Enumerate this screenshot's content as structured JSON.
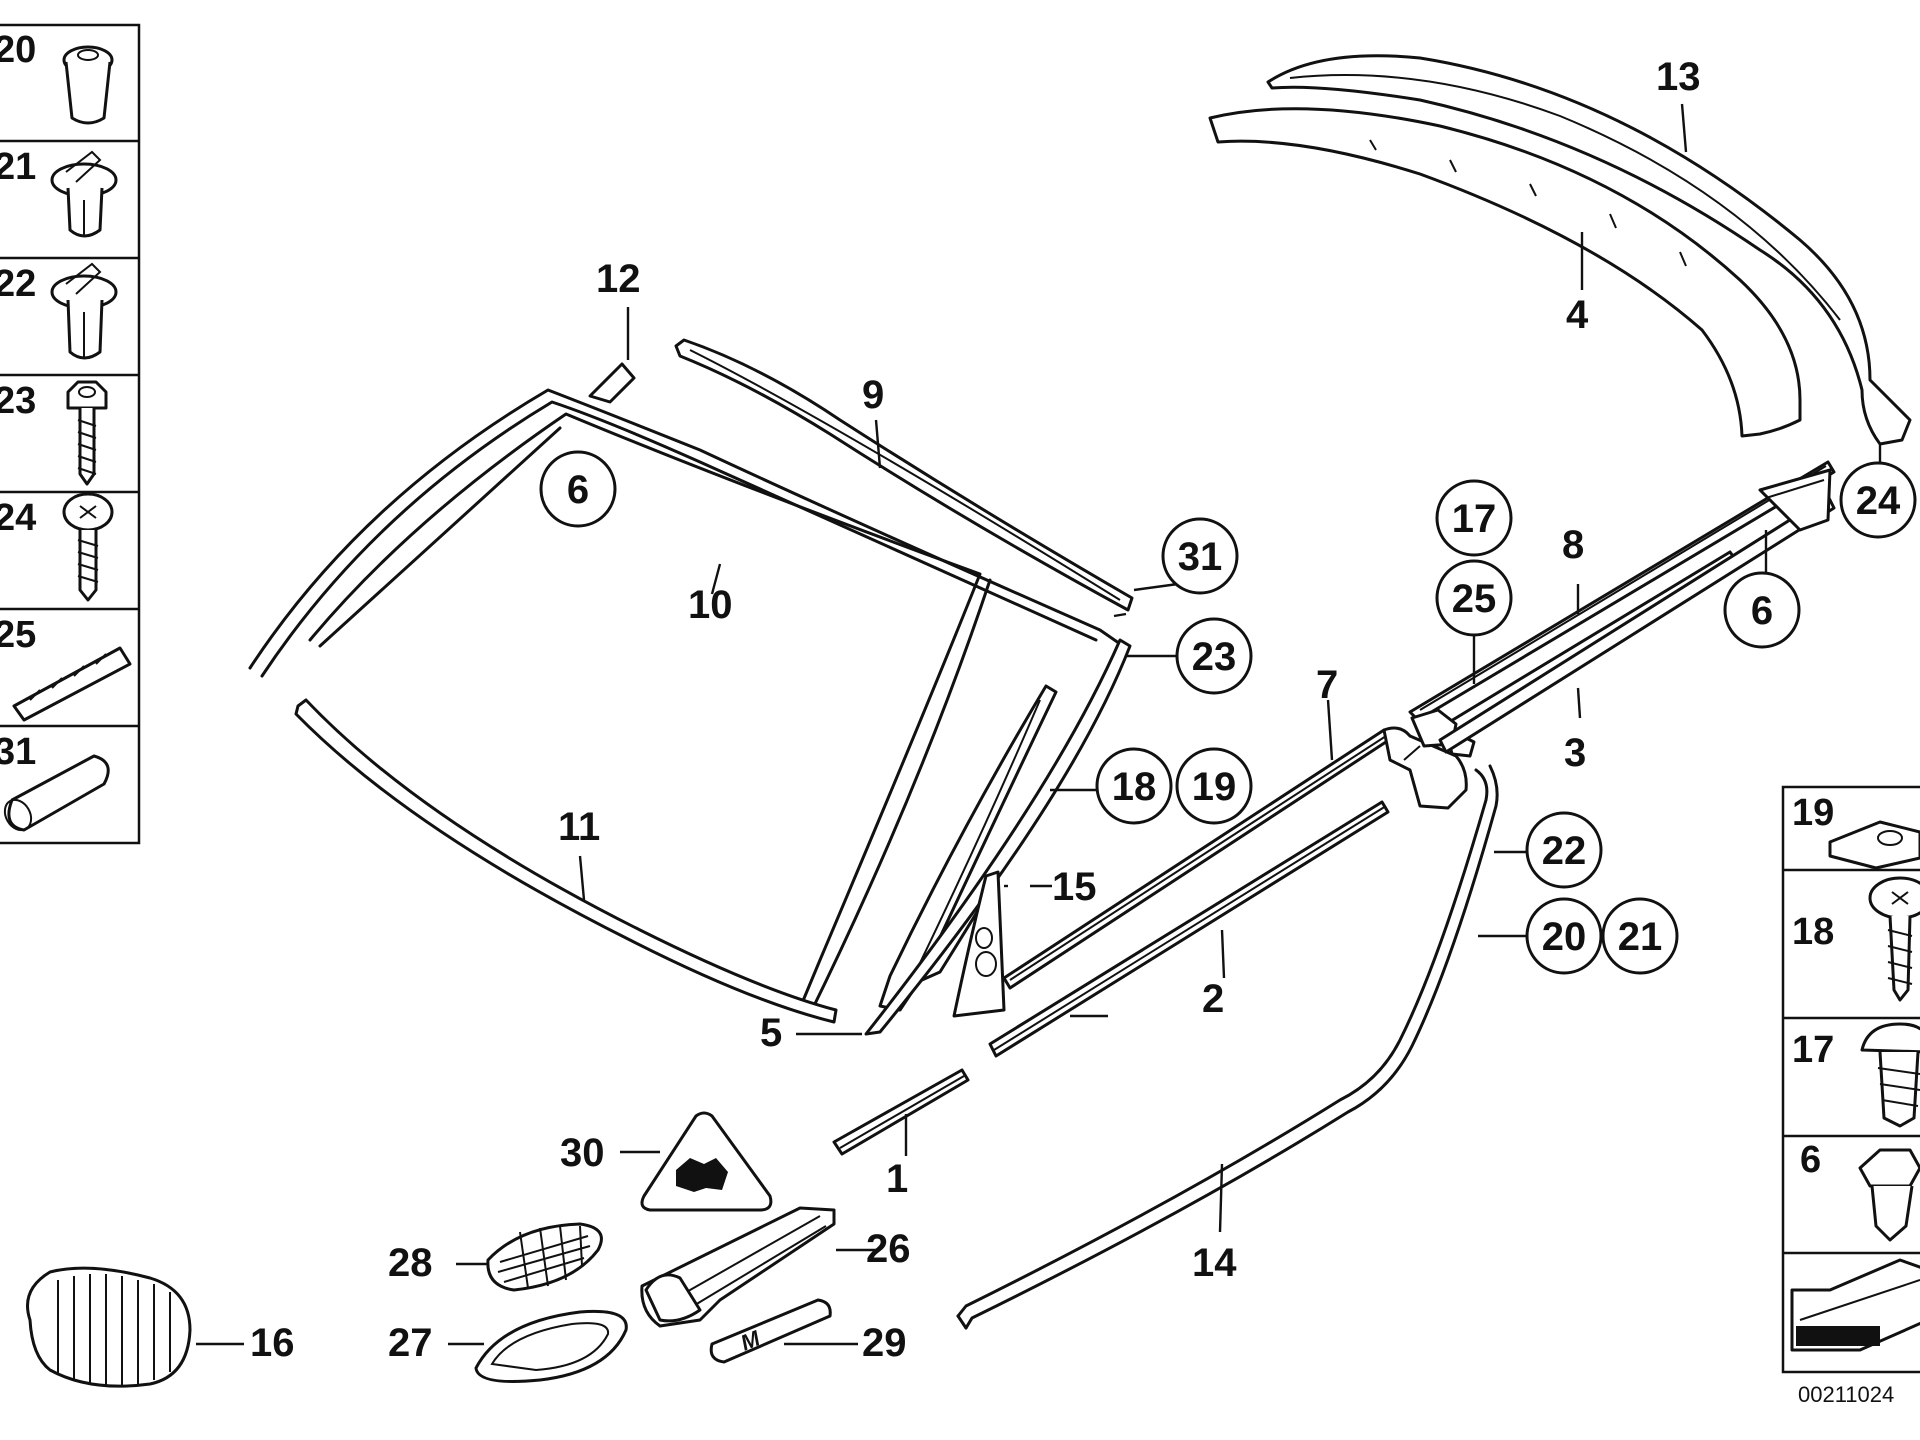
{
  "diagram": {
    "callouts": [
      {
        "id": "c1",
        "label": "1"
      },
      {
        "id": "c2",
        "label": "2"
      },
      {
        "id": "c3",
        "label": "3"
      },
      {
        "id": "c4",
        "label": "4"
      },
      {
        "id": "c5",
        "label": "5"
      },
      {
        "id": "c7",
        "label": "7"
      },
      {
        "id": "c8",
        "label": "8"
      },
      {
        "id": "c9",
        "label": "9"
      },
      {
        "id": "c10",
        "label": "10"
      },
      {
        "id": "c11",
        "label": "11"
      },
      {
        "id": "c12",
        "label": "12"
      },
      {
        "id": "c13",
        "label": "13"
      },
      {
        "id": "c14",
        "label": "14"
      },
      {
        "id": "c15",
        "label": "15"
      },
      {
        "id": "c16",
        "label": "16"
      },
      {
        "id": "c26",
        "label": "26"
      },
      {
        "id": "c27",
        "label": "27"
      },
      {
        "id": "c28",
        "label": "28"
      },
      {
        "id": "c29",
        "label": "29"
      },
      {
        "id": "c30",
        "label": "30"
      }
    ],
    "circled_callouts": [
      {
        "id": "r6a",
        "label": "6"
      },
      {
        "id": "r31",
        "label": "31"
      },
      {
        "id": "r23",
        "label": "23"
      },
      {
        "id": "r18",
        "label": "18"
      },
      {
        "id": "r19",
        "label": "19"
      },
      {
        "id": "r17",
        "label": "17"
      },
      {
        "id": "r25",
        "label": "25"
      },
      {
        "id": "r24",
        "label": "24"
      },
      {
        "id": "r6b",
        "label": "6"
      },
      {
        "id": "r22",
        "label": "22"
      },
      {
        "id": "r20",
        "label": "20"
      },
      {
        "id": "r21",
        "label": "21"
      }
    ],
    "left_panel": [
      "20",
      "21",
      "22",
      "23",
      "24",
      "25",
      "31"
    ],
    "right_panel": [
      "19",
      "18",
      "17",
      "6"
    ],
    "document_id": "00211024"
  }
}
